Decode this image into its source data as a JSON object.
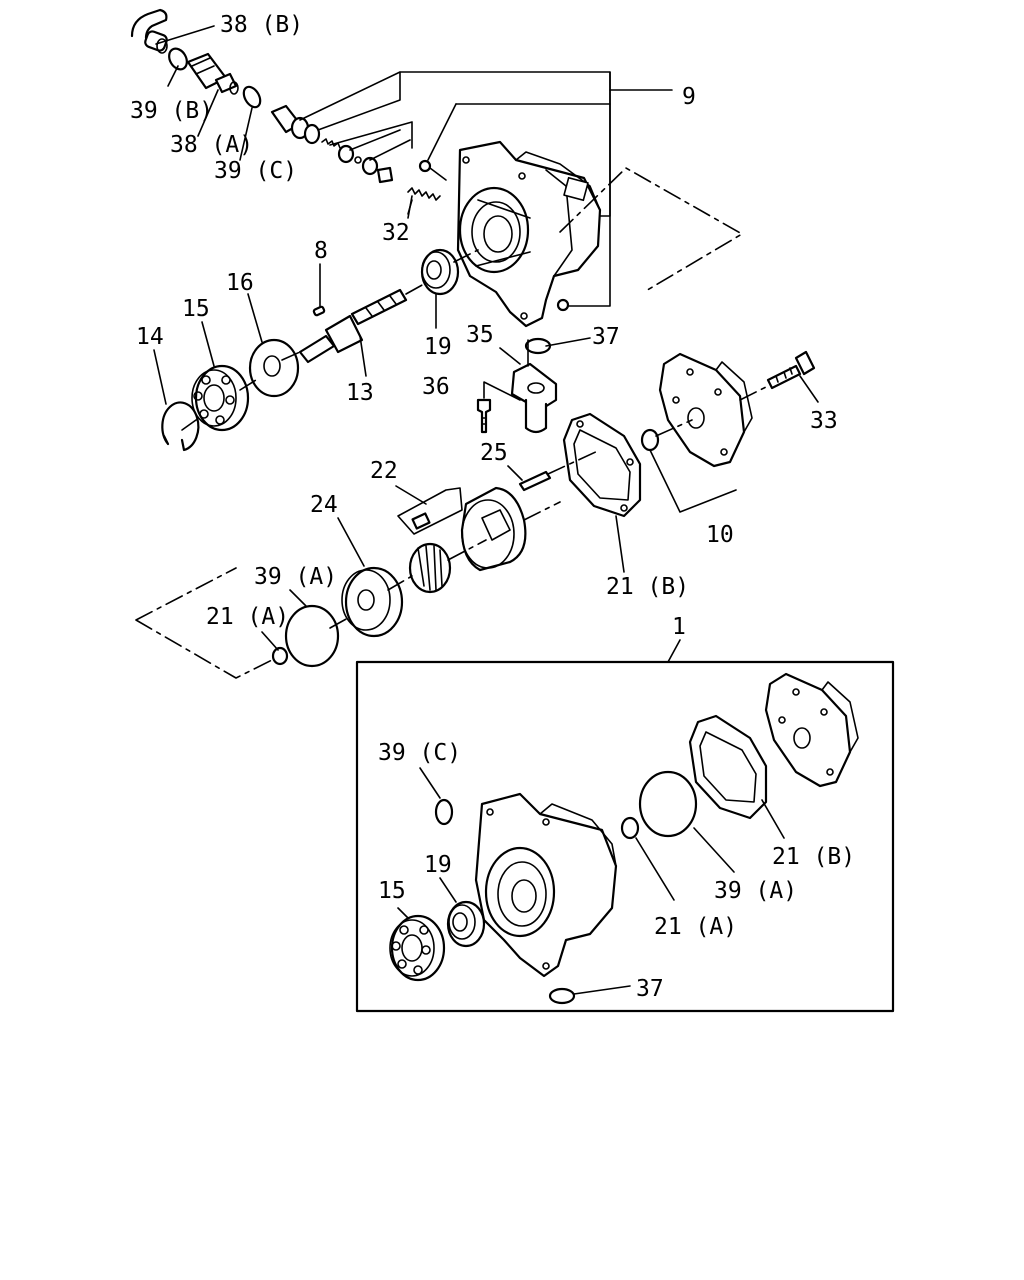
{
  "labels": {
    "l38b": "38 (B)",
    "l39b": "39 (B)",
    "l38a": "38 (A)",
    "l39c": "39 (C)",
    "l9": "9",
    "l32": "32",
    "l8": "8",
    "l16": "16",
    "l15": "15",
    "l14": "14",
    "l13": "13",
    "l19": "19",
    "l35": "35",
    "l37": "37",
    "l36": "36",
    "l33": "33",
    "l25": "25",
    "l22": "22",
    "l24": "24",
    "l10": "10",
    "l39a": "39 (A)",
    "l21a": "21 (A)",
    "l21b": "21 (B)",
    "l1": "1"
  },
  "kit_labels": {
    "k39c": "39 (C)",
    "k19": "19",
    "k15": "15",
    "k21b": "21 (B)",
    "k39a": "39 (A)",
    "k21a": "21 (A)",
    "k37": "37"
  }
}
